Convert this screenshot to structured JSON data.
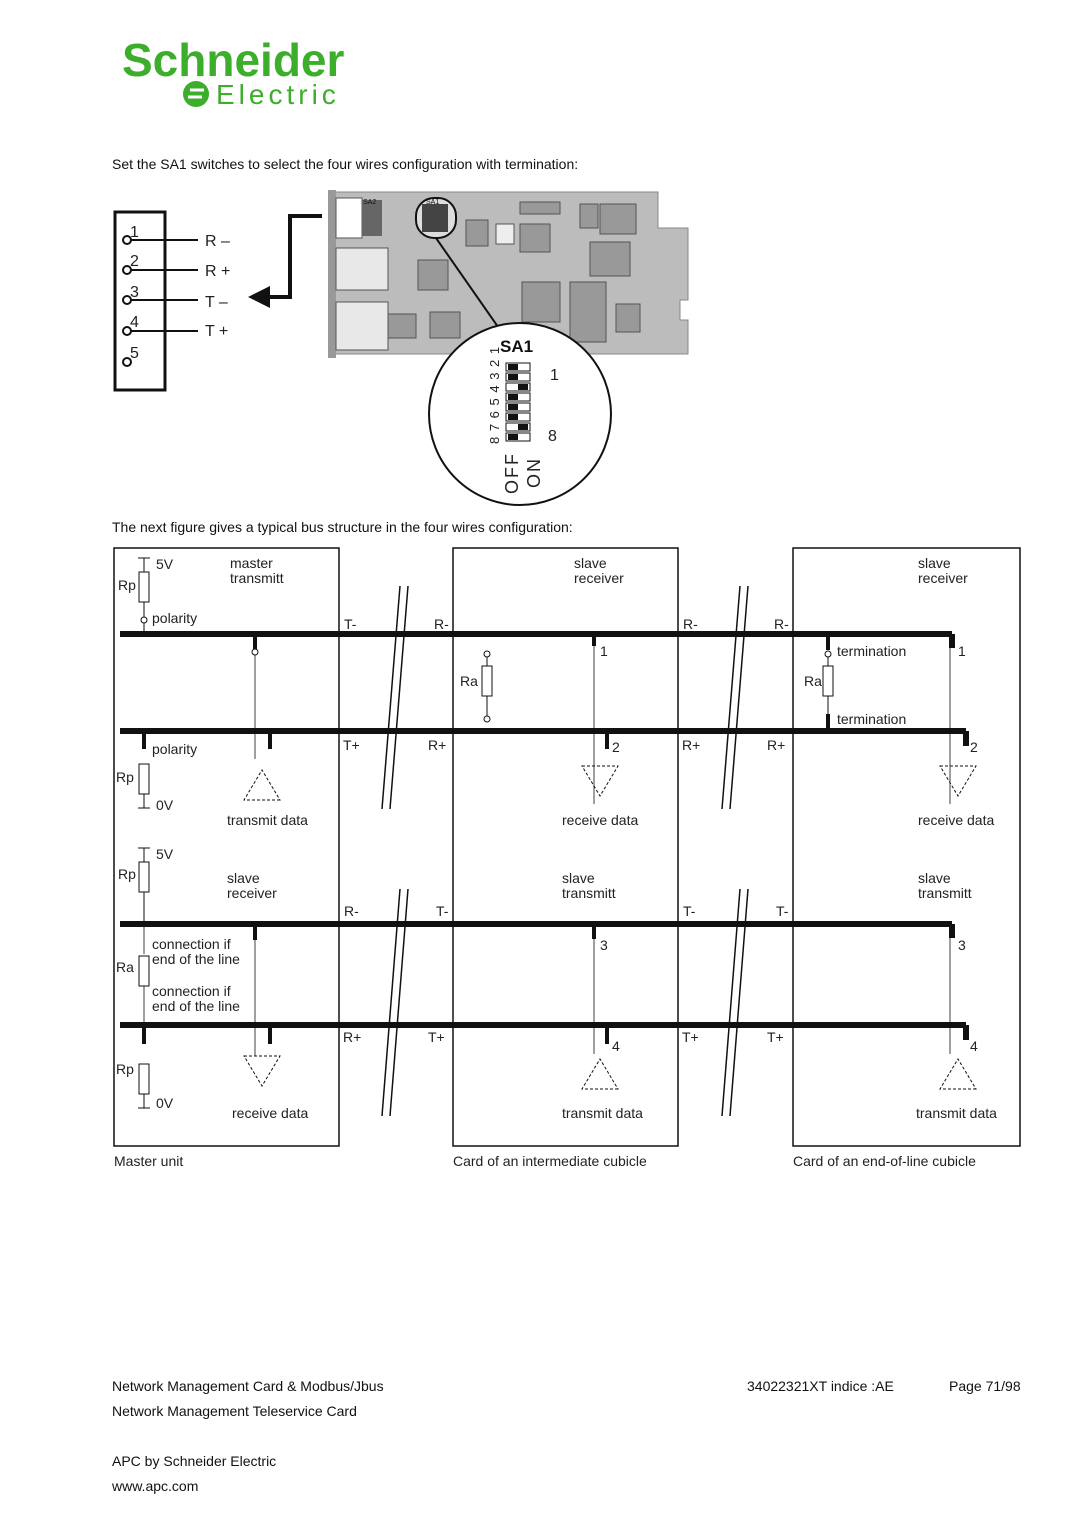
{
  "logo": {
    "line1": "Schneider",
    "line2": "Electric",
    "color": "#3dae2b"
  },
  "para1": "Set the SA1 switches to select the four wires configuration with termination:",
  "para2": "The next figure gives a typical bus structure in the four wires configuration:",
  "connector": {
    "pins": [
      "1",
      "2",
      "3",
      "4",
      "5"
    ],
    "signals": [
      "R –",
      "R +",
      "T –",
      "T +"
    ]
  },
  "board": {
    "sa2": "SA2",
    "sa1_small": "SA1",
    "sa1_title": "SA1",
    "switch_numbers": "8 7 6 5 4 3 2 1",
    "first": "1",
    "last": "8",
    "off": "OFF",
    "on": "ON"
  },
  "bus": {
    "master": {
      "v5a": "5V",
      "rp": "Rp",
      "title_a": "master",
      "title_b": "transmitt",
      "polarity": "polarity",
      "v0": "0V",
      "transmit_data": "transmit data",
      "slave_a": "slave",
      "slave_b": "receiver",
      "conn_a1": "connection if",
      "conn_a2": "end of the line",
      "ra": "Ra",
      "conn_b1": "connection if",
      "conn_b2": "end of the line",
      "receive_data": "receive data",
      "caption": "Master unit"
    },
    "wires_left": {
      "t_minus": "T-",
      "r_minus": "R-",
      "t_plus": "T+",
      "r_plus": "R+"
    },
    "intermediate": {
      "title_a": "slave",
      "title_b": "receiver",
      "ra": "Ra",
      "n1": "1",
      "n2": "2",
      "receive_data": "receive data",
      "title_c": "slave",
      "title_d": "transmitt",
      "n3": "3",
      "n4": "4",
      "transmit_data": "transmit data",
      "caption": "Card of an intermediate cubicle"
    },
    "endline": {
      "title_a": "slave",
      "title_b": "receiver",
      "termination": "termination",
      "ra": "Ra",
      "n1": "1",
      "n2": "2",
      "receive_data": "receive data",
      "title_c": "slave",
      "title_d": "transmitt",
      "n3": "3",
      "n4": "4",
      "transmit_data": "transmit data",
      "caption": "Card of an end-of-line cubicle"
    }
  },
  "footer": {
    "doc1": "Network Management Card & Modbus/Jbus",
    "doc2": "Network Management Teleservice Card",
    "ref": "34022321XT indice :AE",
    "page": "Page 71/98",
    "company": "APC by Schneider Electric",
    "url": "www.apc.com"
  }
}
